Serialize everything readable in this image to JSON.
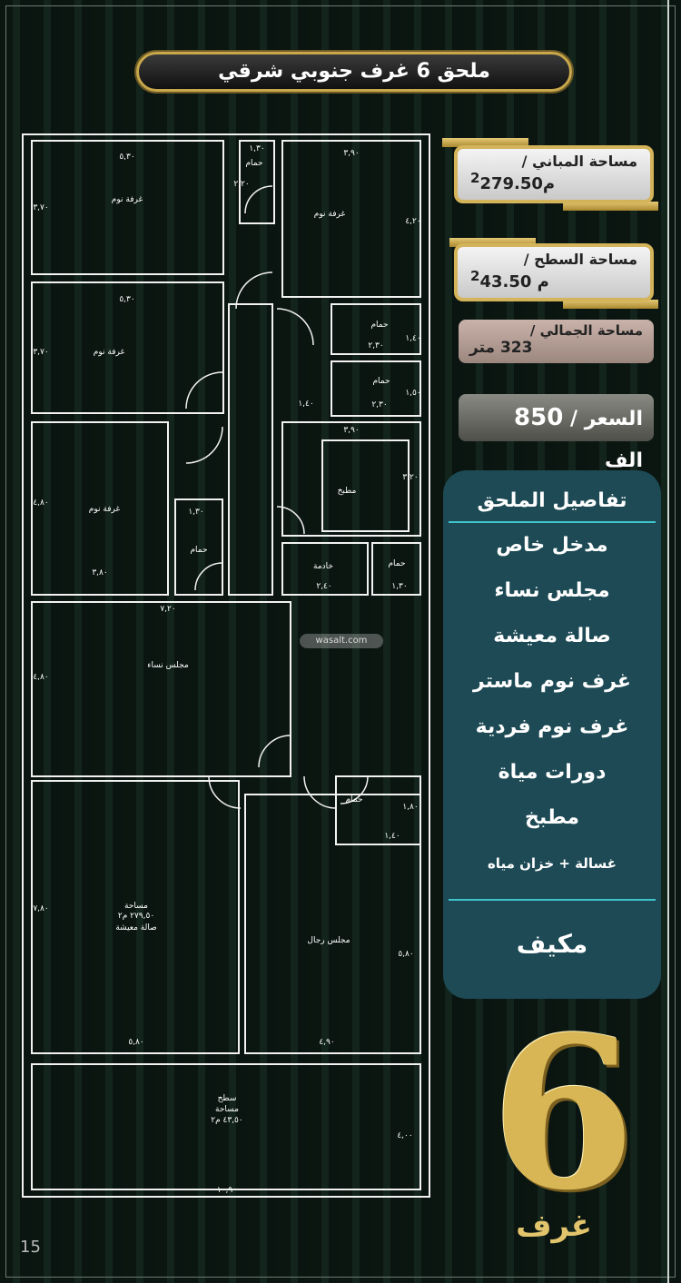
{
  "title": "ملحق 6 غرف جنوبي شرقي",
  "cards": {
    "building_area": {
      "label": "مساحة المباني /",
      "value": "279.50",
      "unit": "م",
      "sup": "2"
    },
    "roof_area": {
      "label": "مساحة السطح /",
      "value": "43.50",
      "unit": "م",
      "sup": "2"
    },
    "total_area": {
      "label": "مساحة الجمالي /",
      "value": "323 متر"
    },
    "price": {
      "label": "السعر /",
      "value": "850",
      "unit": "الف"
    }
  },
  "details": {
    "heading": "تفاصيل الملحق",
    "items": [
      "مدخل خاص",
      "مجلس نساء",
      "صالة معيشة",
      "غرف نوم ماستر",
      "غرف نوم فردية",
      "دورات مياة",
      "مطبخ",
      "غسالة + خزان مياه"
    ],
    "footer": "مكيف"
  },
  "badge": {
    "number": "6",
    "label": "غرف"
  },
  "page_number": "15",
  "watermark": "wasalt.com",
  "plan": {
    "rooms": {
      "bed1": "غرفة نوم",
      "bed2": "غرفة نوم",
      "bed3": "غرفة نوم",
      "bed4": "غرفة نوم",
      "bath1": "حمام",
      "bath2": "حمام",
      "bath3": "حمام",
      "bath4": "حمام",
      "bath5": "حمام",
      "bath6": "حمام",
      "kitchen": "مطبخ",
      "maid": "خادمة",
      "women_majlis": "مجلس نساء",
      "men_majlis": "مجلس رجال",
      "living": "صالة معيشة",
      "living_area_label": "مساحة",
      "living_area": "٢٧٩,٥٠ م٢",
      "roof": "سطح",
      "roof_area_label": "مساحة",
      "roof_area": "٤٣,٥٠ م٢"
    },
    "dims": {
      "bed1_w": "٥,٣٠",
      "bed1_h": "٣,٧٠",
      "bath1_w": "١,٣٠",
      "bath1_h": "٢,٢٠",
      "bed2_w": "٣,٩٠",
      "bed2_h": "٤,٢٠",
      "bed3_w": "٥,٣٠",
      "bed3_h": "٣,٧٠",
      "bath2_w": "٢,٣٠",
      "bath2_h": "١,٤٠",
      "bath3_w": "٢,٣٠",
      "bath3_h": "١,٥٠",
      "hall_w": "١,٤٠",
      "bed4_w": "٣,٨٠",
      "bed4_h": "٤,٨٠",
      "bath4_w": "١,٣٠",
      "kitchen_w": "٣,٩٠",
      "kitchen_h": "٣,٢٠",
      "maid_w": "٢,٤٠",
      "bath5_w": "١,٣٠",
      "women_w": "٧,٢٠",
      "women_h": "٤,٨٠",
      "living_w": "٥,٨٠",
      "living_h": "٧,٨٠",
      "bath6_h": "١,٨٠",
      "bath6_w": "١,٤٠",
      "men_w": "٤,٩٠",
      "men_h": "٥,٨٠",
      "roof_w": "١٠,٩٠",
      "roof_h": "٤,٠٠"
    }
  }
}
